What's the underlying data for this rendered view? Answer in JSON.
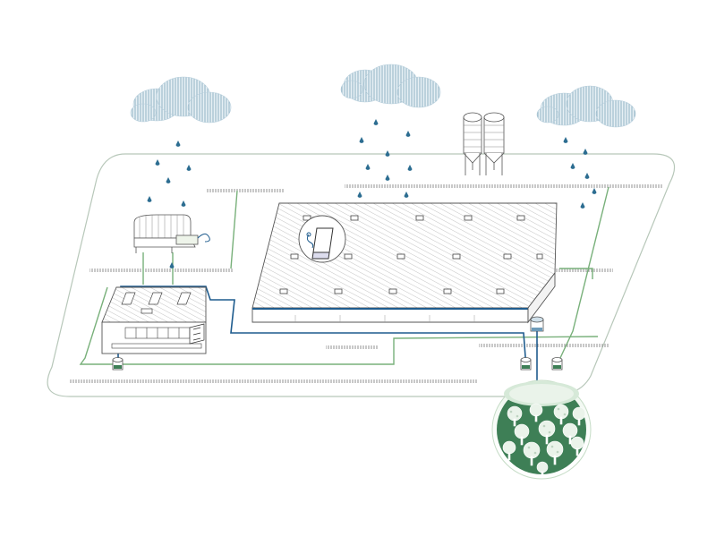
{
  "diagram": {
    "type": "rainwater-harvesting-site-plan",
    "text_labels": [],
    "colors": {
      "cloud": "#c9dbe5",
      "cloud_line": "#8fb2c4",
      "raindrop": "#2c6d91",
      "water_pipe": "#1f5c8e",
      "green_pipe": "#78b07a",
      "outline": "#555555",
      "roof_lines": "#9a9a9a",
      "platform": "#b7c7b9",
      "forest_dark": "#3e7f56",
      "forest_light": "#d6e9d8",
      "tree_canopy": "#eaf3ea"
    },
    "icons": [
      "cloud-icon",
      "raindrop-icon",
      "silo-icon",
      "warehouse-roof-icon",
      "office-building-icon",
      "shed-icon",
      "truck-icon",
      "water-tank-icon",
      "tree-icon",
      "fence-icon",
      "forest-icon"
    ],
    "element_counts": {
      "clouds": 3,
      "silos": 2,
      "tanks": 3,
      "trees": 12,
      "roof_skylights": 16
    }
  }
}
